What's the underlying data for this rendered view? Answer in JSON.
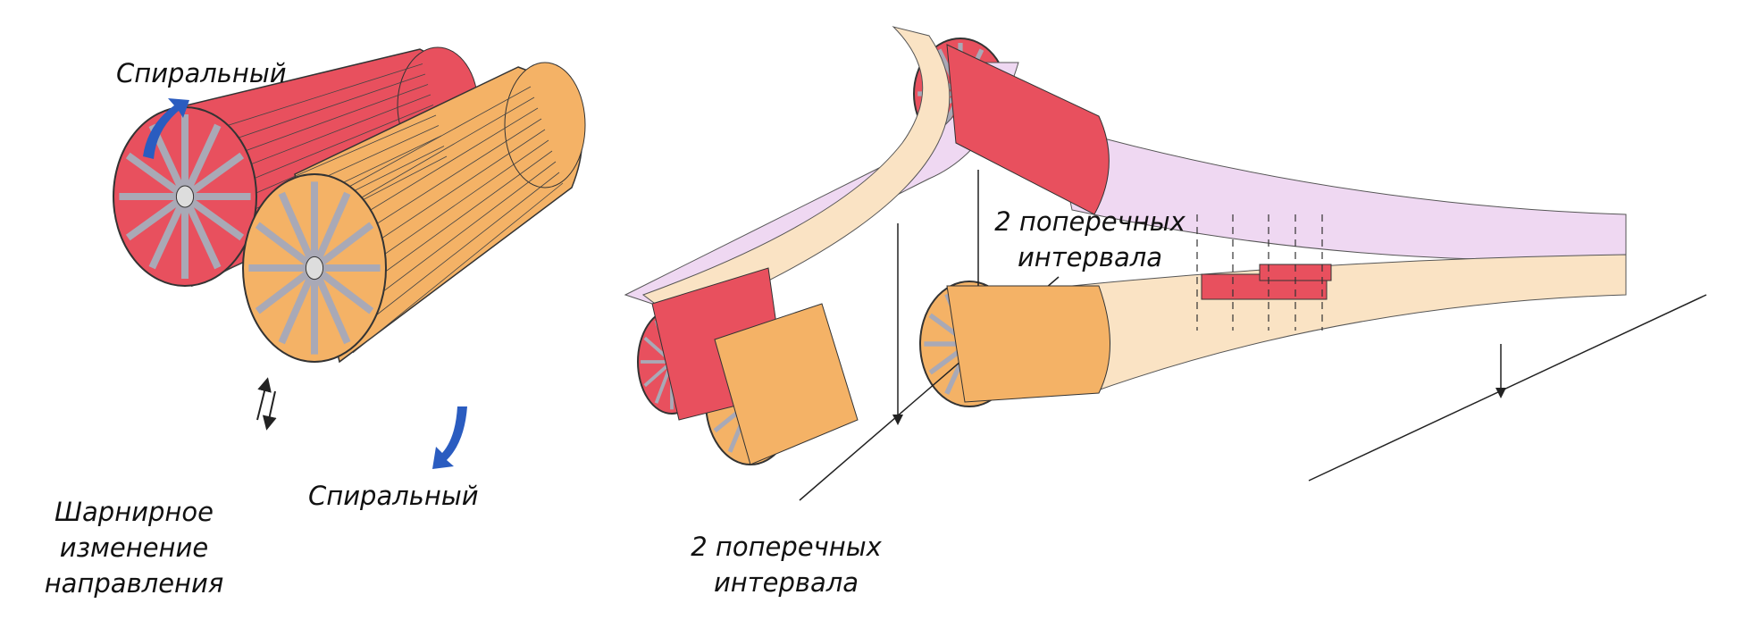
{
  "labels": {
    "spiral_top": "Спиральный",
    "spiral_bottom": "Спиральный",
    "articulated": [
      "Шарнирное",
      "изменение",
      "направления"
    ],
    "intervals_middle": [
      "2 поперечных",
      "интервала"
    ],
    "intervals_right": [
      "2 поперечных",
      "интервала"
    ]
  },
  "colors": {
    "red": "#e8505e",
    "orange": "#f4b266",
    "pink_tube": "#efd8f2",
    "beige_tube": "#fae3c4",
    "spoke_gray": "#a9a9b6",
    "arrow_blue": "#2a5cc0",
    "outline": "#333333"
  }
}
